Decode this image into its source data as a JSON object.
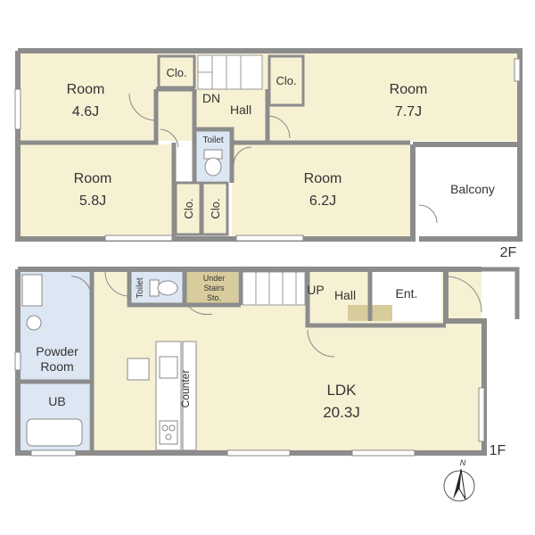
{
  "colors": {
    "room": "#f7f1d4",
    "bath": "#dde6f3",
    "wall": "#8c8c8c",
    "white": "#ffffff",
    "step": "#d8cb9c"
  },
  "floor2": {
    "level_label": "2F",
    "room_nw": {
      "name": "Room",
      "size": "4.6J"
    },
    "room_ne": {
      "name": "Room",
      "size": "7.7J"
    },
    "room_sw": {
      "name": "Room",
      "size": "5.8J"
    },
    "room_se": {
      "name": "Room",
      "size": "6.2J"
    },
    "balcony": "Balcony",
    "closet_1": "Clo.",
    "closet_2": "Clo.",
    "closet_3": "Clo.",
    "closet_4": "Clo.",
    "stairs_dir": "DN",
    "hall": "Hall",
    "toilet": "Toilet"
  },
  "floor1": {
    "level_label": "1F",
    "ldk": {
      "name": "LDK",
      "size": "20.3J"
    },
    "powder_room_line1": "Powder",
    "powder_room_line2": "Room",
    "ub": "UB",
    "toilet": "Toilet",
    "under_stairs_line1": "Under",
    "under_stairs_line2": "Stairs",
    "under_stairs_line3": "Sto.",
    "stairs_dir": "UP",
    "hall": "Hall",
    "entrance": "Ent.",
    "counter": "Counter"
  },
  "compass": {
    "north_label": "N"
  }
}
